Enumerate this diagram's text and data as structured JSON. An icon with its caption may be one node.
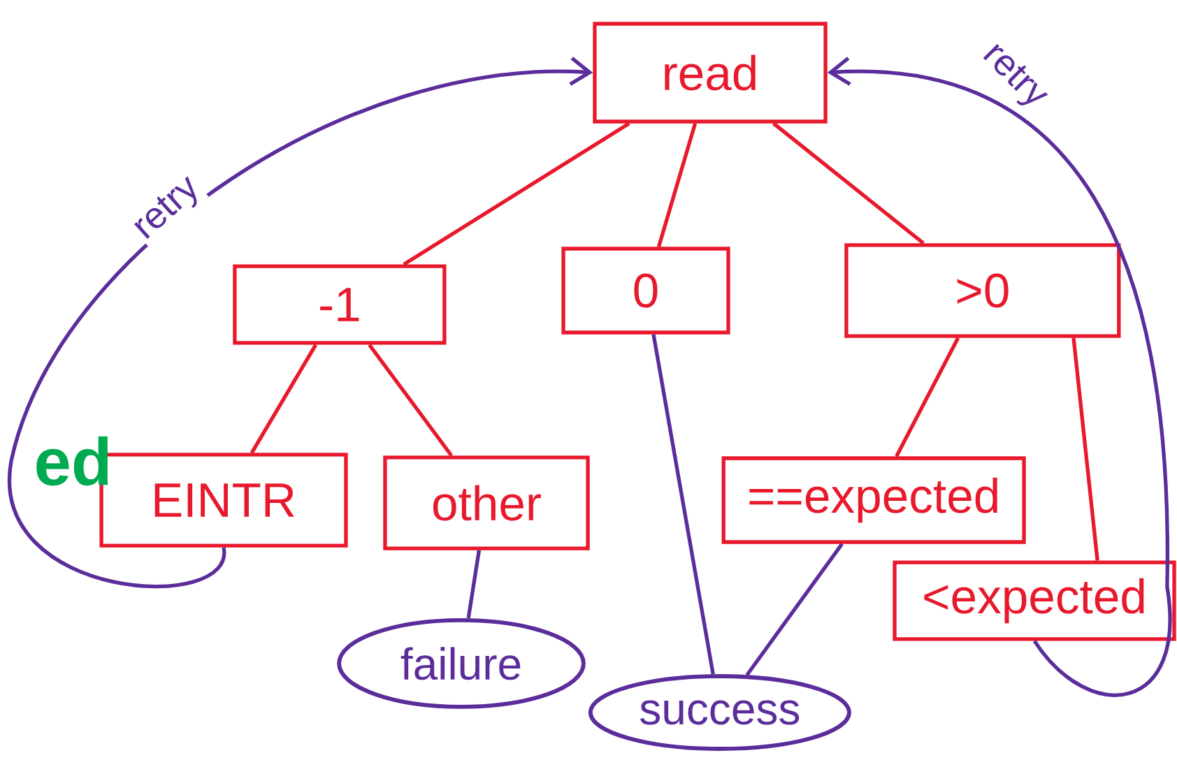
{
  "diagram": {
    "nodes": [
      {
        "text": [
          "read"
        ]
      },
      {
        "text": [
          "-1"
        ]
      },
      {
        "text": [
          "0"
        ]
      },
      {
        "text": [
          ">0"
        ]
      },
      {
        "text": [
          "EINTR"
        ]
      },
      {
        "text": [
          "other"
        ]
      },
      {
        "text": [
          "==expected"
        ]
      },
      {
        "text": [
          "<expected"
        ]
      },
      {
        "text": [
          "failure"
        ]
      },
      {
        "text": [
          "success"
        ]
      }
    ],
    "edges": [
      {
        "from": 0,
        "to": 1,
        "arrow": "none"
      },
      {
        "from": 0,
        "to": 2,
        "arrow": "none"
      },
      {
        "from": 0,
        "to": 3,
        "arrow": "none"
      },
      {
        "from": 1,
        "to": 4,
        "arrow": "none"
      },
      {
        "from": 1,
        "to": 5,
        "arrow": "none"
      },
      {
        "from": 3,
        "to": 6,
        "arrow": "none"
      },
      {
        "from": 3,
        "to": 7,
        "arrow": "none"
      },
      {
        "from": 5,
        "to": 8,
        "arrow": "none",
        "color": "#5b2d9b"
      },
      {
        "from": 2,
        "to": 9,
        "arrow": "none",
        "color": "#5b2d9b"
      },
      {
        "from": 6,
        "to": 9,
        "arrow": "none",
        "color": "#5b2d9b"
      },
      {
        "from": 4,
        "to": 0,
        "arrow": "to",
        "label": "retry",
        "color": "#5b2d9b"
      },
      {
        "from": 7,
        "to": 0,
        "arrow": "to",
        "label": "retry",
        "color": "#5b2d9b"
      }
    ],
    "labels": [
      "ed"
    ]
  }
}
